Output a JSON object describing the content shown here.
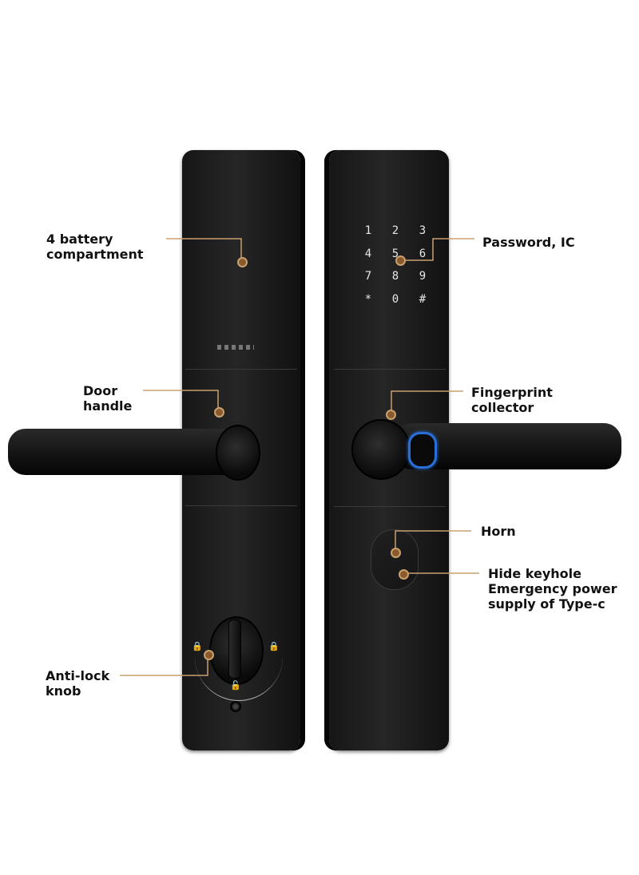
{
  "labels": {
    "battery": "4 battery\ncompartment",
    "password": "Password, IC",
    "handle": "Door\nhandle",
    "fingerprint": "Fingerprint\ncollector",
    "horn": "Horn",
    "keyhole": "Hide keyhole\nEmergency power\nsupply of Type-c",
    "knob": "Anti-lock\nknob"
  },
  "keypad": [
    "1",
    "2",
    "3",
    "4",
    "5",
    "6",
    "7",
    "8",
    "9",
    "*",
    "0",
    "#"
  ],
  "colors": {
    "accent": "#c9a070",
    "panel": "#1c1c1c",
    "fingerprint_ring": "#2a6fd6"
  },
  "icons": {
    "lock_icon": "🔒",
    "unlock_icon": "🔓"
  }
}
